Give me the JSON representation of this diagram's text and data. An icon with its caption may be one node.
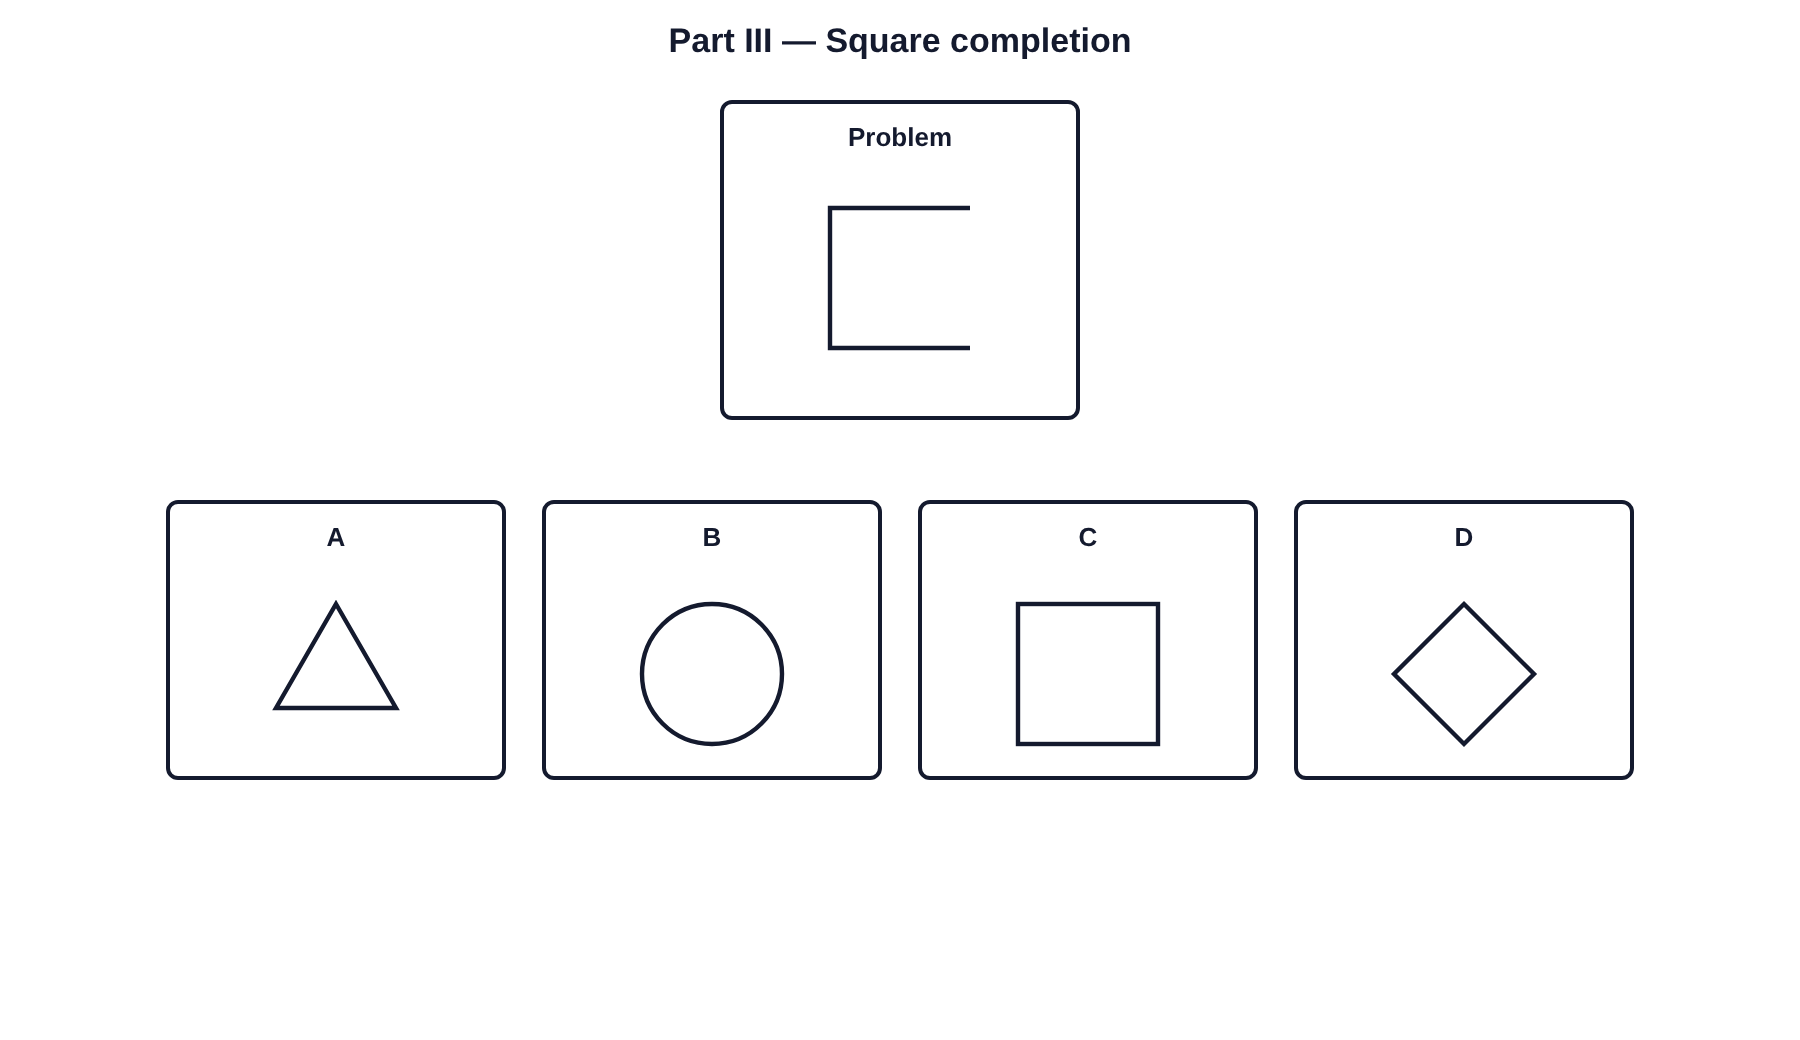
{
  "diagram": {
    "title": "Part III — Square completion",
    "nodes": [
      {
        "text": [
          "Problem"
        ]
      },
      {
        "text": [
          "A"
        ]
      },
      {
        "text": [
          "B"
        ]
      },
      {
        "text": [
          "C"
        ]
      },
      {
        "text": [
          "D"
        ]
      }
    ]
  }
}
